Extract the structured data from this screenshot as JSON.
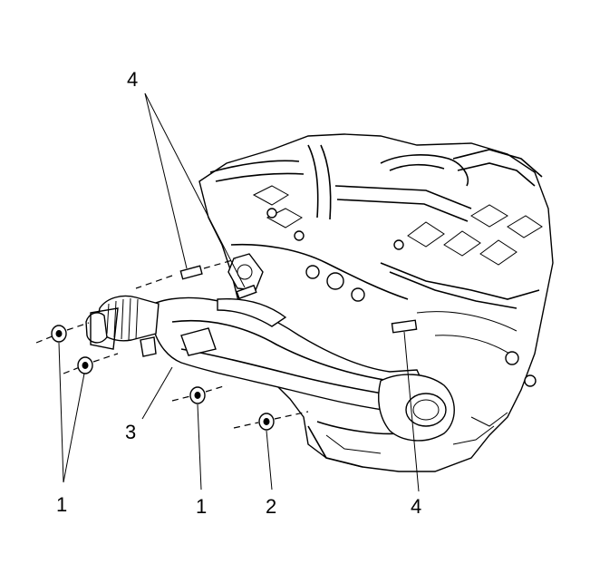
{
  "callouts": {
    "stud_top": "4",
    "nut_left": "1",
    "nut_middle": "1",
    "nut_right": "2",
    "pipe": "3",
    "stud_right": "4"
  }
}
